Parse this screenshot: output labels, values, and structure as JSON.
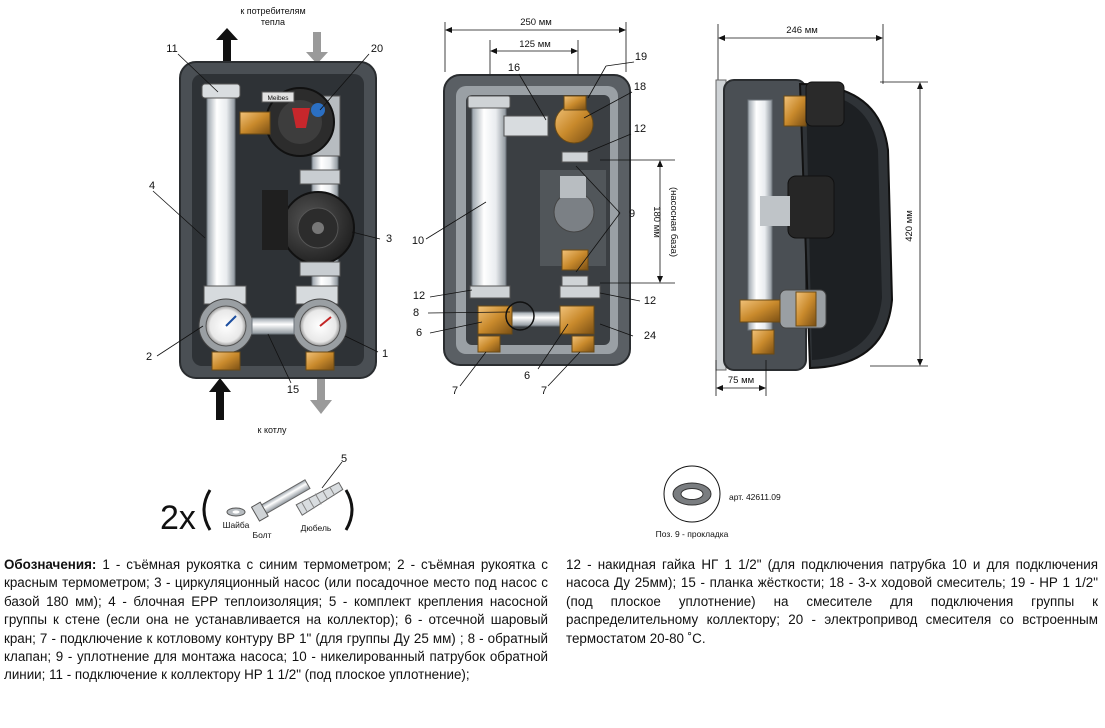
{
  "front": {
    "top_label_line1": "к потребителям",
    "top_label_line2": "тепла",
    "bottom_label": "к котлу",
    "brand": "Meibes",
    "callouts": [
      "11",
      "20",
      "4",
      "3",
      "2",
      "15",
      "1"
    ]
  },
  "middle": {
    "dim_width": "250 мм",
    "dim_inner": "125 мм",
    "dim_base_line1": "180 мм",
    "dim_base_line2": "(насосная база)",
    "callouts": [
      "16",
      "19",
      "18",
      "12",
      "9",
      "10",
      "12",
      "8",
      "6",
      "7",
      "6",
      "7",
      "12",
      "24"
    ]
  },
  "side": {
    "dim_depth": "246 мм",
    "dim_height": "420 мм",
    "dim_offset": "75 мм"
  },
  "kit": {
    "count": "2x",
    "callout": "5",
    "washer": "Шайба",
    "bolt": "Болт",
    "dowel": "Дюбель"
  },
  "gasket": {
    "article": "арт. 42611.09",
    "caption": "Поз. 9 - прокладка"
  },
  "legend": {
    "heading": "Обозначения:",
    "left_text": " 1 - съёмная рукоятка с синим термометром; 2 - съёмная рукоятка с красным термометром; 3 - циркуляционный насос (или посадочное место под насос с базой 180 мм); 4 - блочная EPP теплоизоляция; 5 - комплект крепления насосной группы к стене (если она не устанавливается на коллектор); 6 - отсечной шаровый кран; 7 - подключение к котловому контуру ВР 1\" (для группы Ду 25 мм) ; 8 - обратный клапан; 9 - уплотнение для монтажа насоса; 10 - никелированный патрубок обратной линии; 11 - подключение к коллектору НР 1 1/2\" (под плоское уплотнение);",
    "right_text": "12 - накидная гайка НГ 1 1/2\" (для подключения патрубка 10 и для подключения насоса Ду 25мм); 15 - планка жёсткости; 18 - 3-х ходовой смеситель; 19 - НР 1 1/2\" (под плоское уплотнение) на смесителе для подключения группы к распределительному коллектору; 20 - электропривод смесителя со встроенным термостатом 20-80 ˚С."
  }
}
